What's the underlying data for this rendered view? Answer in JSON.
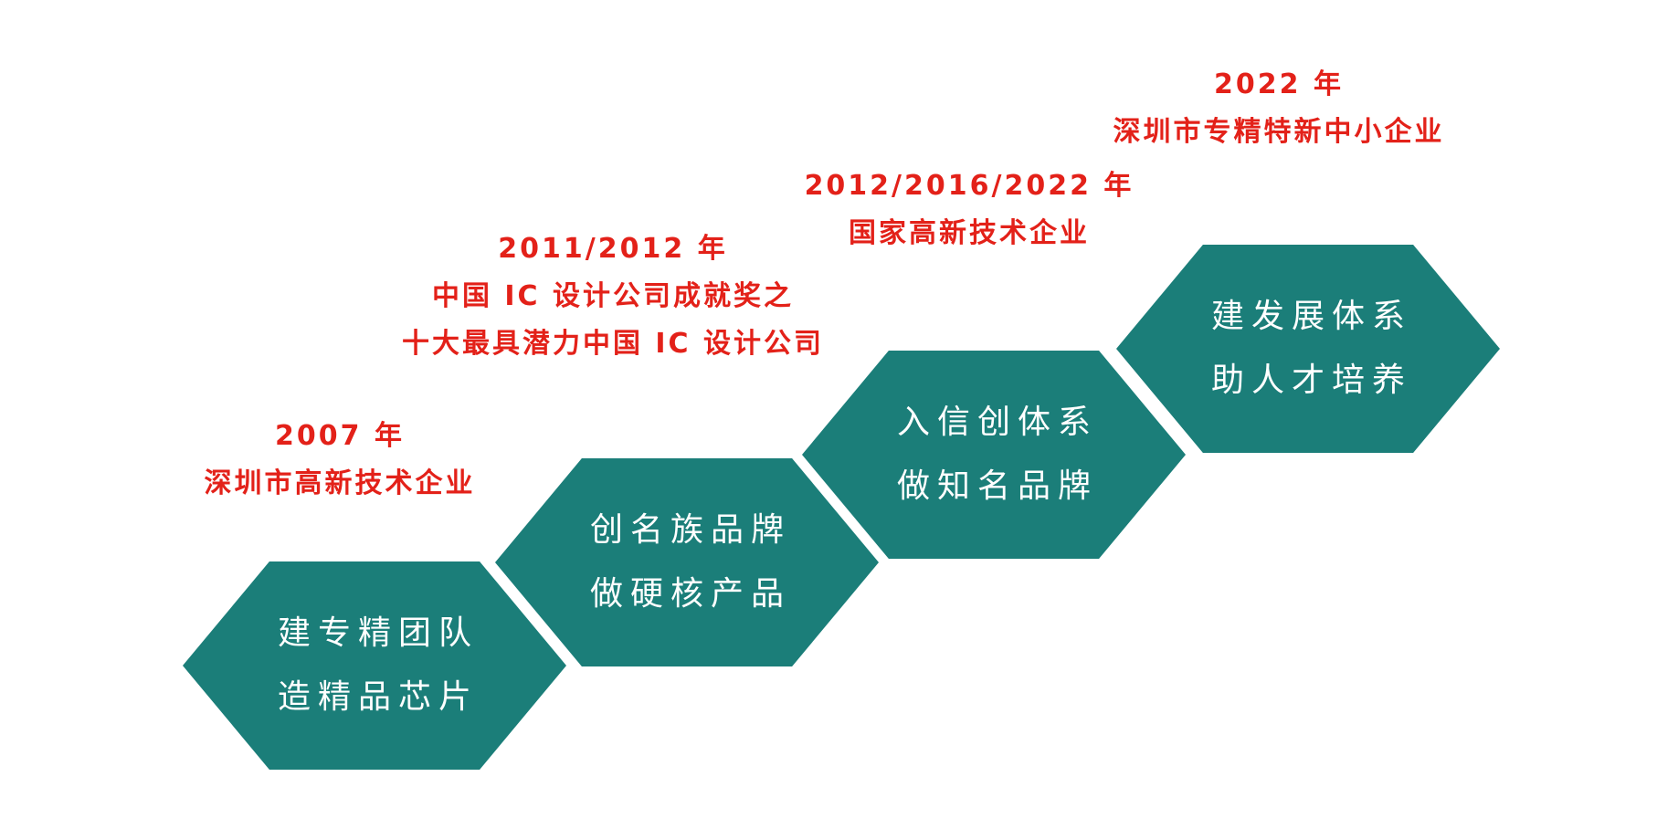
{
  "diagram": {
    "type": "milestone-staircase",
    "description_visible": false
  },
  "colors": {
    "hexagon_fill": "#1b7e79",
    "label_text": "#e32119",
    "hexagon_text": "#ffffff",
    "background": "#ffffff"
  },
  "milestones": [
    {
      "step": 1,
      "label_lines": [
        "2007 年",
        "深圳市高新技术企业"
      ],
      "hexagon_lines": [
        "建专精团队",
        "造精品芯片"
      ]
    },
    {
      "step": 2,
      "label_lines": [
        "2011/2012 年",
        "中国 IC 设计公司成就奖之",
        "十大最具潜力中国 IC 设计公司"
      ],
      "hexagon_lines": [
        "创名族品牌",
        "做硬核产品"
      ]
    },
    {
      "step": 3,
      "label_lines": [
        "2012/2016/2022 年",
        "国家高新技术企业"
      ],
      "hexagon_lines": [
        "入信创体系",
        "做知名品牌"
      ]
    },
    {
      "step": 4,
      "label_lines": [
        "2022 年",
        "深圳市专精特新中小企业"
      ],
      "hexagon_lines": [
        "建发展体系",
        "助人才培养"
      ]
    }
  ]
}
